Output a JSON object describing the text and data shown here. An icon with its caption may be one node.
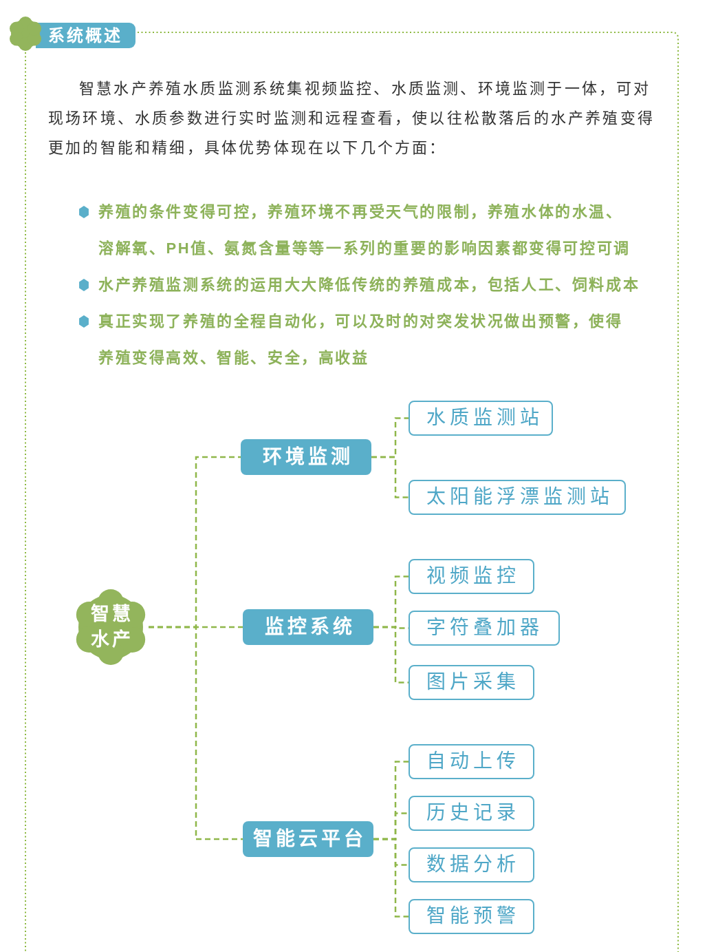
{
  "diagram": {
    "title": "系统概述",
    "nodes": [
      {
        "text": [
          "智慧水产"
        ]
      },
      {
        "text": [
          "环境监测"
        ]
      },
      {
        "text": [
          "水质监测站"
        ]
      },
      {
        "text": [
          "太阳能浮漂监测站"
        ]
      },
      {
        "text": [
          "监控系统"
        ]
      },
      {
        "text": [
          "视频监控"
        ]
      },
      {
        "text": [
          "字符叠加器"
        ]
      },
      {
        "text": [
          "图片采集"
        ]
      },
      {
        "text": [
          "智能云平台"
        ]
      },
      {
        "text": [
          "自动上传"
        ]
      },
      {
        "text": [
          "历史记录"
        ]
      },
      {
        "text": [
          "数据分析"
        ]
      },
      {
        "text": [
          "智能预警"
        ]
      }
    ],
    "edges": [
      {
        "from": 0,
        "to": 1,
        "arrow": "none",
        "style": "dashed"
      },
      {
        "from": 0,
        "to": 4,
        "arrow": "none",
        "style": "dashed"
      },
      {
        "from": 0,
        "to": 8,
        "arrow": "none",
        "style": "dashed"
      },
      {
        "from": 1,
        "to": 2,
        "arrow": "none",
        "style": "dashed"
      },
      {
        "from": 1,
        "to": 3,
        "arrow": "none",
        "style": "dashed"
      },
      {
        "from": 4,
        "to": 5,
        "arrow": "none",
        "style": "dashed"
      },
      {
        "from": 4,
        "to": 6,
        "arrow": "none",
        "style": "dashed"
      },
      {
        "from": 4,
        "to": 7,
        "arrow": "none",
        "style": "dashed"
      },
      {
        "from": 8,
        "to": 9,
        "arrow": "none",
        "style": "dashed"
      },
      {
        "from": 8,
        "to": 10,
        "arrow": "none",
        "style": "dashed"
      },
      {
        "from": 8,
        "to": 11,
        "arrow": "none",
        "style": "dashed"
      },
      {
        "from": 8,
        "to": 12,
        "arrow": "none",
        "style": "dashed"
      }
    ],
    "labels": [
      "智慧水产养殖水质监测系统集视频监控、水质监测、环境监测于一体，可对现场环境、水质参数进行实时监测和远程查看，使以往松散落后的水产养殖变得更加的智能和精细，具体优势体现在以下几个方面：",
      "养殖的条件变得可控，养殖环境不再受天气的限制，养殖水体的水温、溶解氧、PH值、氨氮含量等等一系列的重要的影响因素都变得可控可调",
      "水产养殖监测系统的运用大大降低传统的养殖成本，包括人工、饲料成本",
      "真正实现了养殖的全程自动化，可以及时的对突发状况做出预警，使得养殖变得高效、智能、安全，高收益"
    ]
  }
}
